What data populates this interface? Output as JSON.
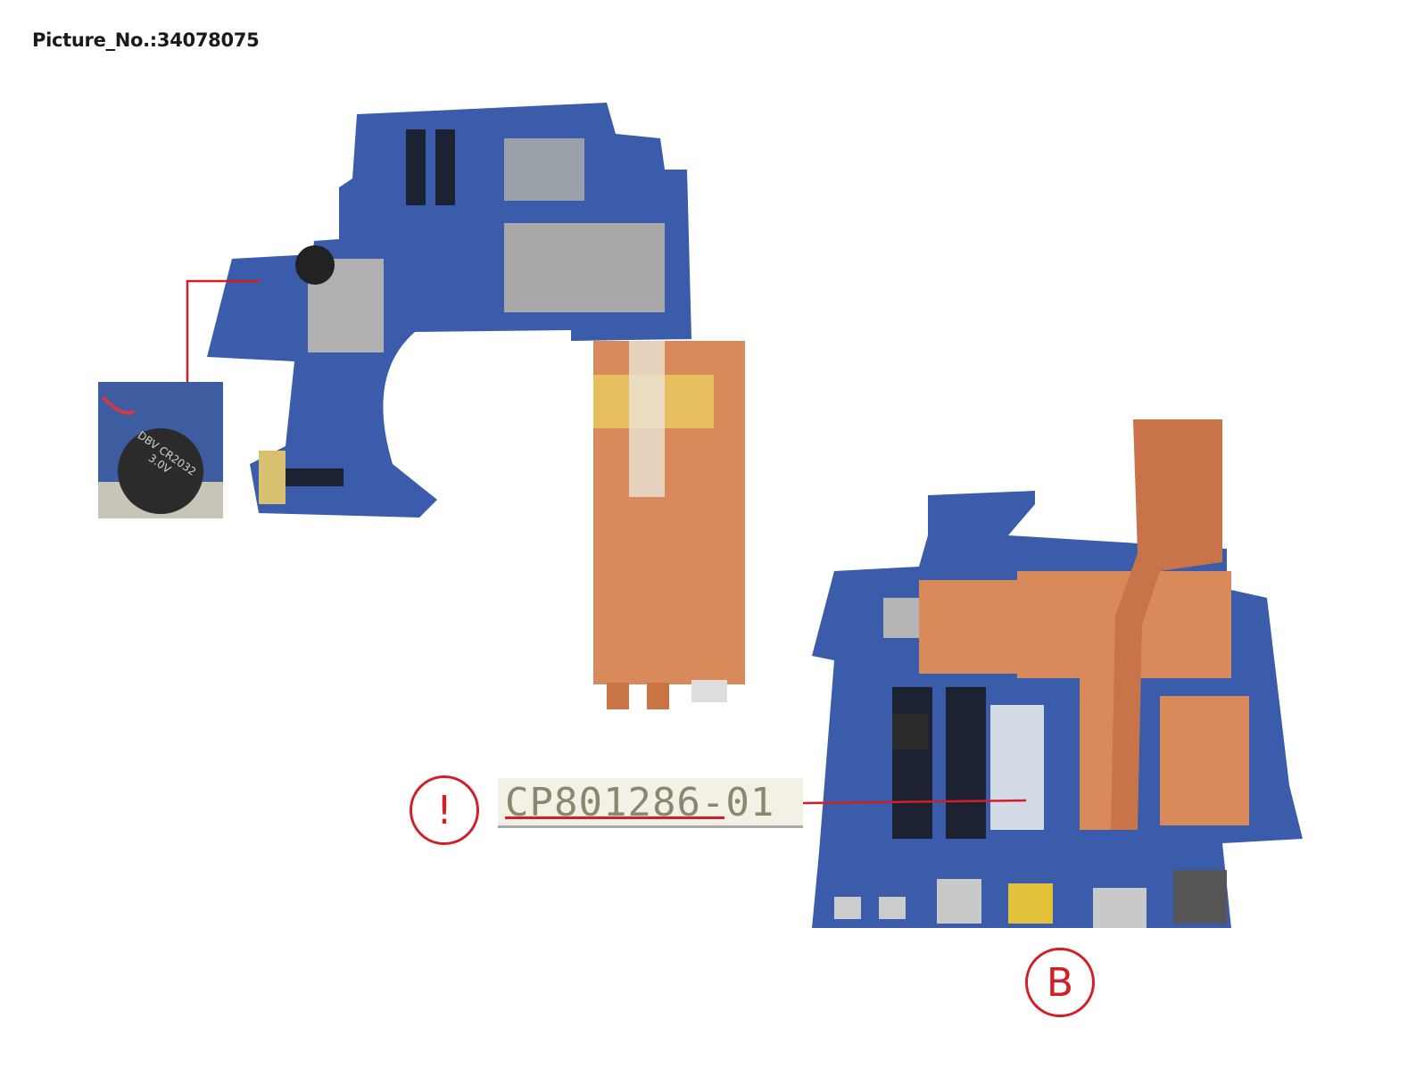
{
  "header": {
    "picture_number": "Picture_No.:34078075"
  },
  "callouts": {
    "warning_symbol": "!",
    "part_number": "CP801286-01",
    "variant_letter": "B"
  },
  "inset": {
    "battery_text": "DBV CR2032 3.0V"
  },
  "colors": {
    "accent": "#d21f26",
    "board": "#3a5cab",
    "copper": "#d98a5a"
  }
}
